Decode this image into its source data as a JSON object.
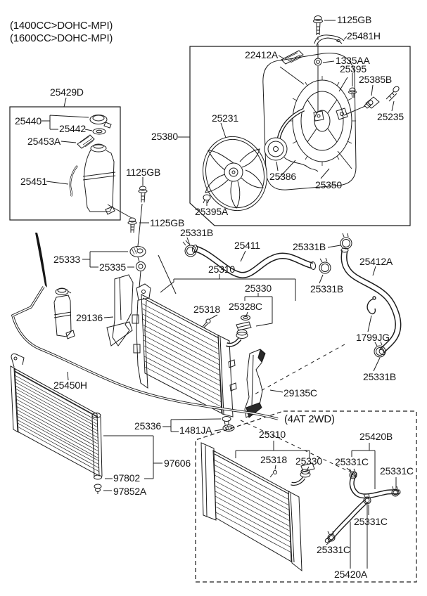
{
  "colors": {
    "line": "#1c1c1c",
    "background": "#ffffff",
    "text": "#161616"
  },
  "diagram": {
    "variants": {
      "line1": "(1400CC>DOHC-MPI)",
      "line2": "(1600CC>DOHC-MPI)"
    },
    "subview_caption": "(4AT 2WD)",
    "callouts": {
      "reservoir_kit": "25429D",
      "reservoir_cap": "25440",
      "reservoir_cap_packing": "25442",
      "reservoir_label": "25453A",
      "reservoir_hose": "25451",
      "fan_assembly_box": "25380",
      "bolt_top": "1125GB",
      "bracket_top": "25481H",
      "seal_strip": "22412A",
      "nut_top": "1335AA",
      "screw_shroud": "25395",
      "resistor": "25385B",
      "bolt_right": "25235",
      "fan_blade": "25231",
      "fan_motor": "25386",
      "fan_shroud": "25350",
      "clip_shroud": "25395A",
      "bolt_mid": "1125GB",
      "bolt_low": "1125GB",
      "clamp_hose_left": "25331B",
      "grommet": "25333",
      "mount_nut": "25335",
      "hose_upper": "25411",
      "clamp_hose_top": "25331B",
      "hose_lower": "25412A",
      "clamp_hose_mid": "25331B",
      "radiator_main": "25310",
      "radiator_cap": "25330",
      "cap_packing": "25328C",
      "sensor_main": "25318",
      "air_guard_left": "29136",
      "wire_clip": "1799JG",
      "clamp_hose_bottom": "25331B",
      "air_guard_right": "29135C",
      "reservoir_tube": "25450H",
      "drain_plug": "25336",
      "drain_packing": "1481JA",
      "condenser": "97606",
      "receiver_drier": "97802",
      "drier_cap": "97852A",
      "radiator_4at": "25310",
      "sensor_4at": "25318",
      "radiator_cap_4at": "25330",
      "clamp_4at_a": "25331C",
      "clamp_4at_b": "25331C",
      "oil_hose_upper": "25420B",
      "clamp_4at_c": "25331C",
      "clamp_4at_d": "25331C",
      "oil_hose_lower": "25420A"
    }
  }
}
